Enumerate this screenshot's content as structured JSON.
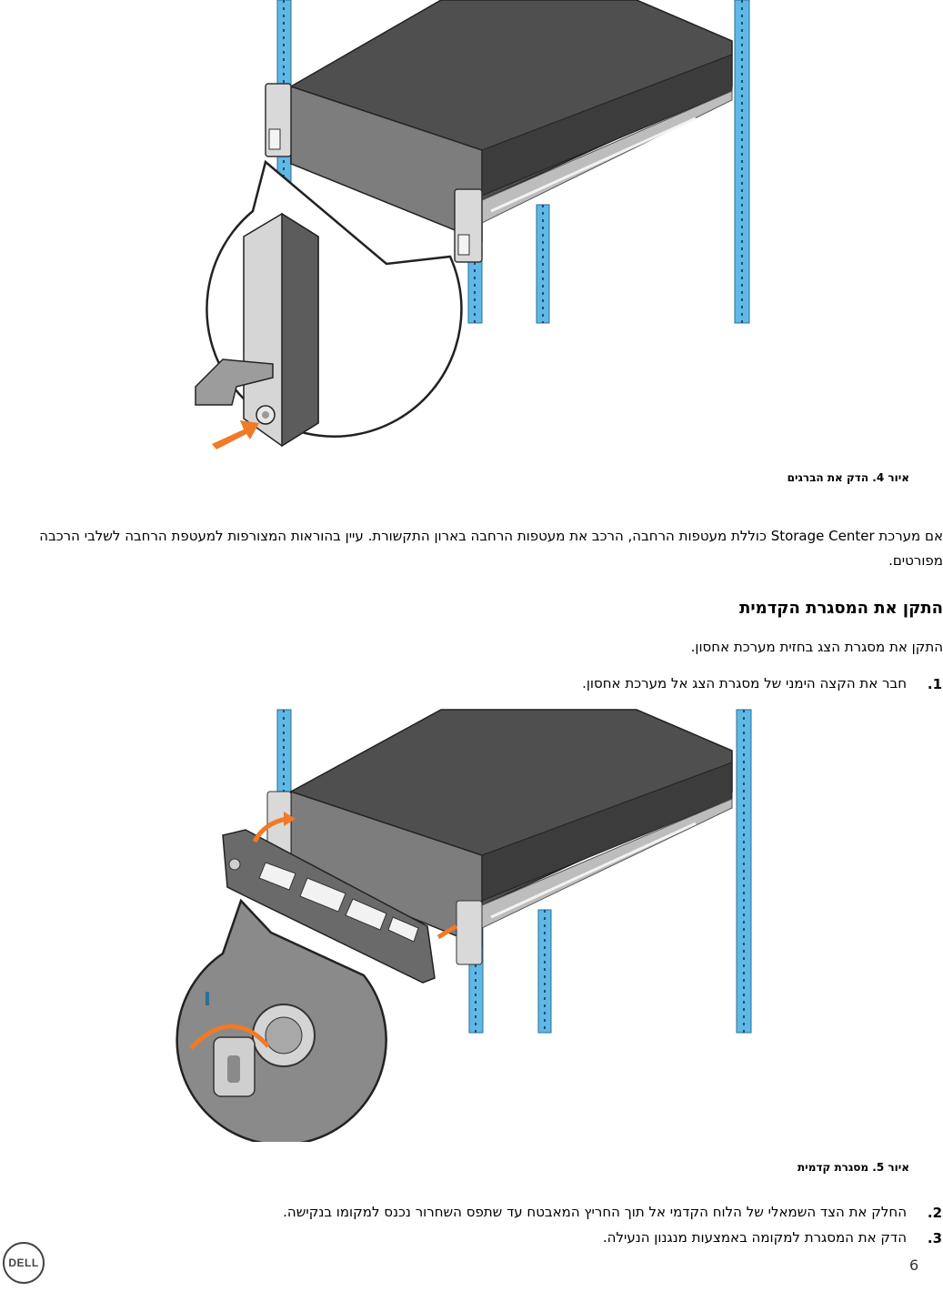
{
  "figure4": {
    "caption_label": "איור 4.",
    "caption_text": "הדק את הברגים"
  },
  "paragraph1": "אם מערכת Storage Center כוללת מעטפות הרחבה, הרכב את מעטפות הרחבה בארון התקשורת. עיין בהוראות המצורפות למעטפת הרחבה לשלבי הרכבה מפורטים.",
  "section": {
    "heading": "התקן את המסגרת הקדמית",
    "intro": "התקן את מסגרת הצג בחזית מערכת אחסון."
  },
  "steps": [
    {
      "num": "1.",
      "text": "חבר את הקצה הימני של מסגרת הצג אל מערכת אחסון."
    },
    {
      "num": "2.",
      "text": "החלק את הצד השמאלי של הלוח הקדמי אל תוך החריץ המאבטח עד שתפס השחרור נכנס למקומו בנקישה."
    },
    {
      "num": "3.",
      "text": "הדק את המסגרת למקומה באמצעות מנגנון הנעילה."
    }
  ],
  "figure5": {
    "caption_label": "איור 5.",
    "caption_text": "מסגרת קדמית"
  },
  "footer": {
    "logo_text": "DELL",
    "page_number": "6"
  },
  "colors": {
    "rail_blue": "#5fb8e6",
    "chassis_dark": "#4f4f4f",
    "arrow_orange": "#f07a28"
  }
}
